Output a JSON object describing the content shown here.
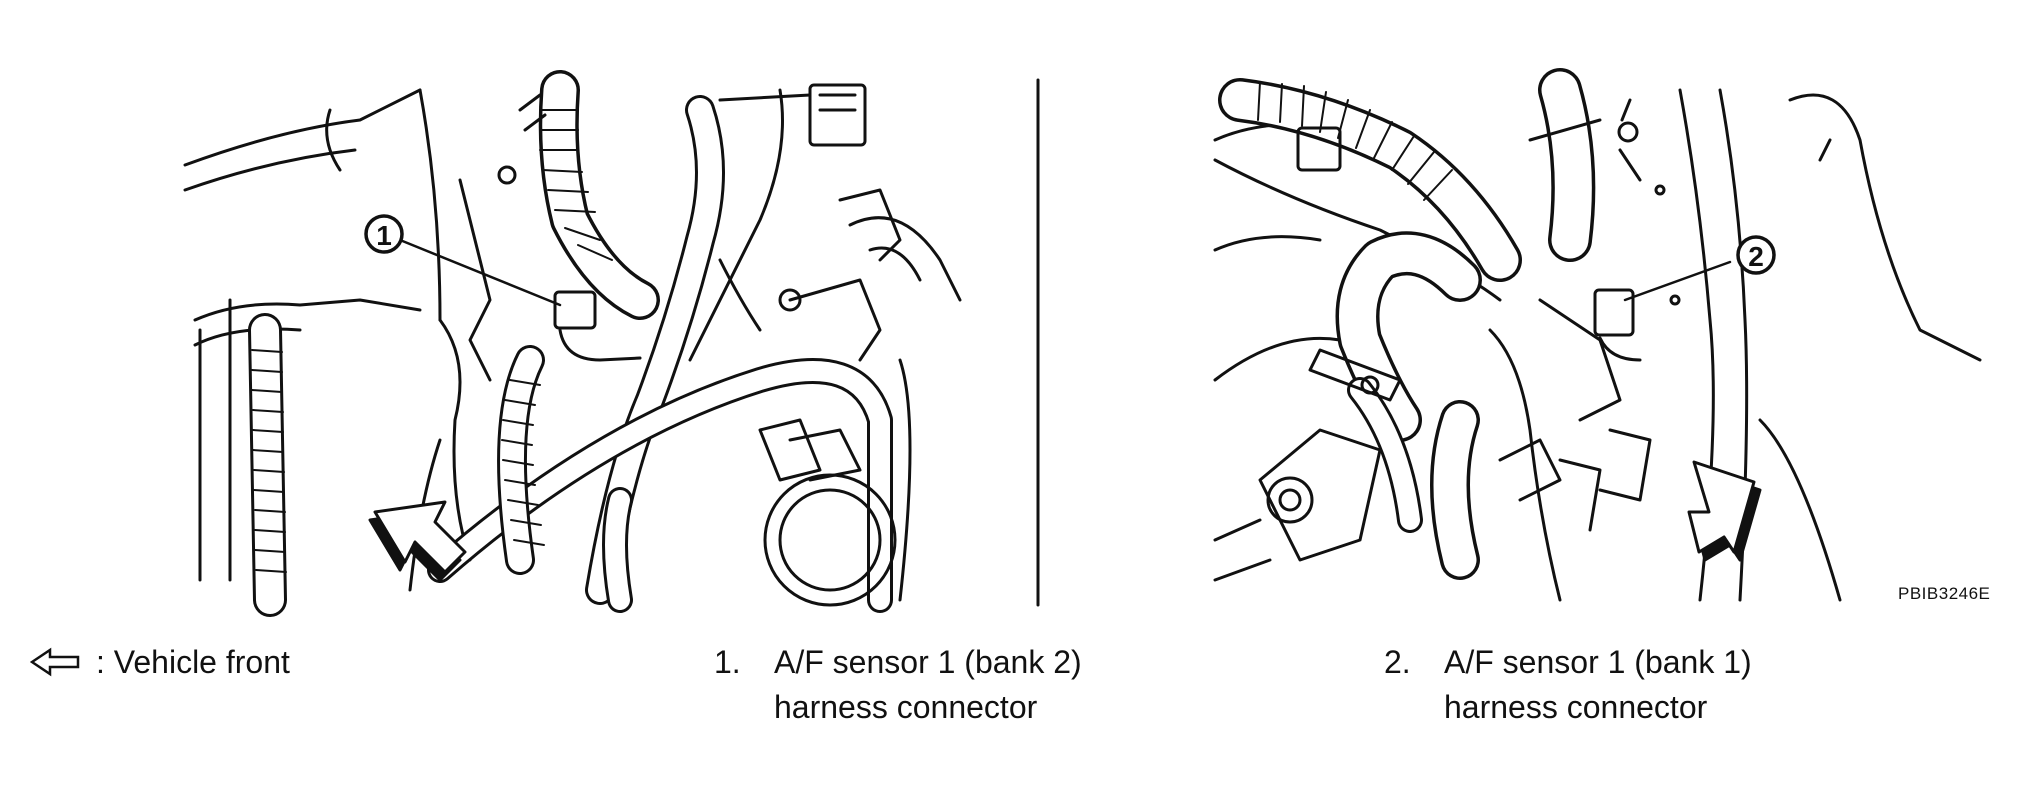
{
  "figure_code": "PBIB3246E",
  "callouts": [
    {
      "number": "1",
      "icon": "circled-number-marker"
    },
    {
      "number": "2",
      "icon": "circled-number-marker"
    }
  ],
  "legend": {
    "vehicle_front": {
      "icon": "left-arrow-outline-icon",
      "label": ": Vehicle front"
    },
    "items": [
      {
        "number": "1.",
        "line1": "A/F sensor 1 (bank 2)",
        "line2": "harness connector"
      },
      {
        "number": "2.",
        "line1": "A/F sensor 1 (bank 1)",
        "line2": "harness connector"
      }
    ]
  }
}
